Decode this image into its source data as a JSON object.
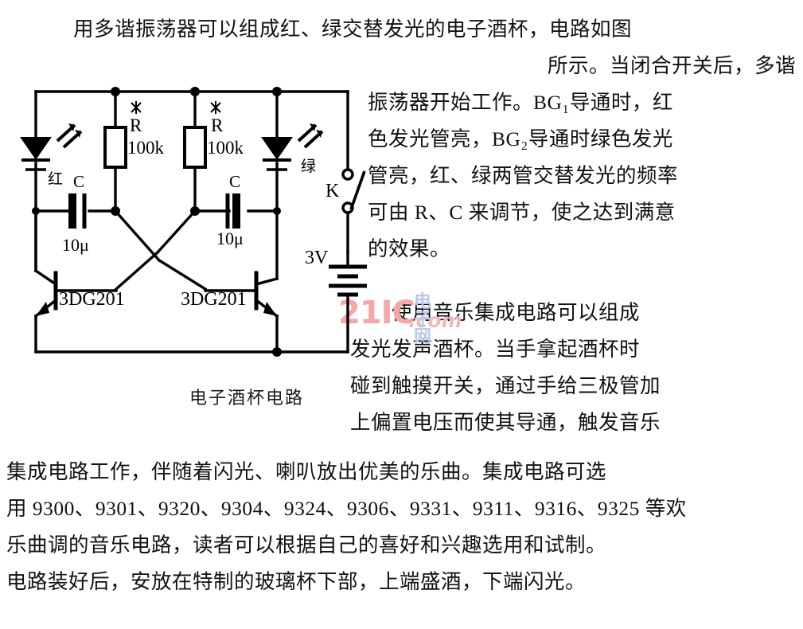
{
  "article": {
    "intro_line1": "用多谐振荡器可以组成红、绿交替发光的电子酒杯，电路如图",
    "intro_line2": "所示。当闭合开关后，多谐",
    "right_column": [
      "振荡器开始工作。BG₁导通时，红",
      "色发光管亮，BG₂导通时绿色发光",
      "管亮，红、绿两管交替发光的频率",
      "可由 R、C 来调节，使之达到满意",
      "的效果。"
    ],
    "right_column2": [
      "　　使用音乐集成电路可以组成",
      "发光发声酒杯。当手拿起酒杯时",
      "碰到触摸开关，通过手给三极管加",
      "上偏置电压而使其导通，触发音乐"
    ],
    "bottom_column": [
      "集成电路工作，伴随着闪光、喇叭放出优美的乐曲。集成电路可选",
      "用 9300、9301、9320、9304、9324、9306、9331、9311、9316、9325 等欢",
      "乐曲调的音乐电路，读者可以根据自己的喜好和兴趣选用和试制。",
      "电路装好后，安放在特制的玻璃杯下部，上端盛酒，下端闪光。"
    ]
  },
  "figure": {
    "caption": "电子酒杯电路",
    "labels": {
      "led_red": "红",
      "led_green": "绿",
      "resistor_left_name": "R",
      "resistor_left_value": "100k",
      "resistor_right_name": "R",
      "resistor_right_value": "100k",
      "cap_left_name": "C",
      "cap_left_value": "10μ",
      "cap_right_name": "C",
      "cap_right_value": "10μ",
      "transistor_left": "3DG201",
      "transistor_right": "3DG201",
      "switch": "K",
      "battery": "3V"
    }
  },
  "watermark": {
    "brand": "21IC",
    "domain": ".com",
    "cn": "电子网",
    "brand_color": "#f5a8a8",
    "cn_color": "#b9c8e8"
  }
}
